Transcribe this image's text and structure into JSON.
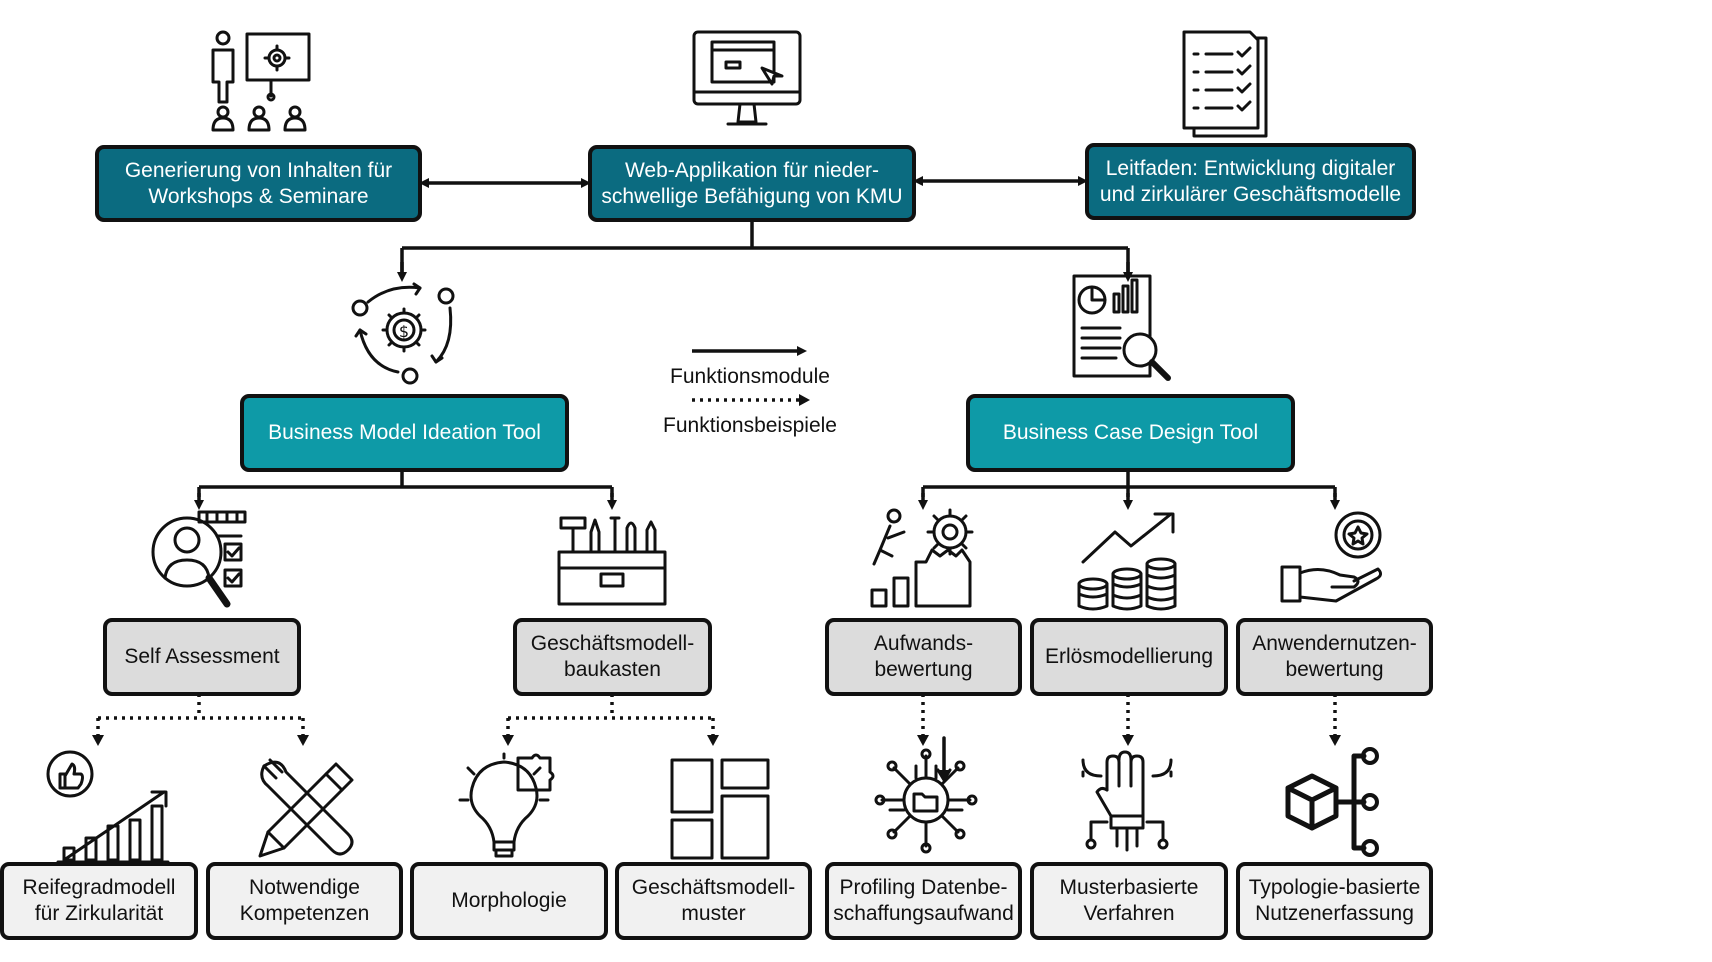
{
  "colors": {
    "dark_teal": "#0b6b80",
    "teal": "#0e9aa7",
    "grey": "#dcdcdc",
    "light": "#f1f1f1",
    "line": "#111111"
  },
  "top": {
    "workshops": {
      "label": "Generierung von Inhalten  für\nWorkshops & Seminare",
      "icon": "presentation-audience-icon"
    },
    "webapp": {
      "label": "Web-Applikation  für nieder-\nschwellige  Befähigung  von KMU",
      "icon": "computer-monitor-icon"
    },
    "leitfaden": {
      "label": "Leitfaden: Entwicklung  digitaler\nund zirkulärer Geschäftsmodelle",
      "icon": "checklist-document-icon"
    }
  },
  "legend": {
    "solid_label": "Funktionsmodule",
    "dotted_label": "Funktionsbeispiele"
  },
  "tools": {
    "ideation": {
      "label": "Business Model Ideation Tool",
      "icon": "money-gear-cycle-icon"
    },
    "business_case": {
      "label": "Business Case Design Tool",
      "icon": "report-magnifier-icon"
    }
  },
  "modules": {
    "self_assessment": {
      "label": "Self Assessment",
      "icon": "person-checklist-magnifier-icon"
    },
    "baukasten": {
      "label": "Geschäftsmodell-\nbaukasten",
      "icon": "toolbox-icon"
    },
    "aufwand": {
      "label": "Aufwands-\nbewertung",
      "icon": "climbing-gear-icon"
    },
    "erloes": {
      "label": "Erlösmodellierung",
      "icon": "coins-growth-icon"
    },
    "nutzen": {
      "label": "Anwendernutzen-\nbewertung",
      "icon": "hand-badge-icon"
    }
  },
  "examples": {
    "reifegrad": {
      "label": "Reifegradmodell\nfür Zirkularität",
      "icon": "thumbs-up-bar-chart-icon"
    },
    "kompetenzen": {
      "label": "Notwendige\nKompetenzen",
      "icon": "pencil-wrench-icon"
    },
    "morphologie": {
      "label": "Morphologie",
      "icon": "lightbulb-puzzle-icon"
    },
    "muster": {
      "label": "Geschäftsmodell-\nmuster",
      "icon": "layout-grid-icon"
    },
    "profiling": {
      "label": "Profiling  Datenbe-\nschaffungsaufwand",
      "icon": "folder-circuit-icon"
    },
    "musterbasiert": {
      "label": "Musterbasierte\nVerfahren",
      "icon": "robot-hand-circuit-icon"
    },
    "typologie": {
      "label": "Typologie-basierte\nNutzenerfassung",
      "icon": "cube-hierarchy-icon"
    }
  }
}
